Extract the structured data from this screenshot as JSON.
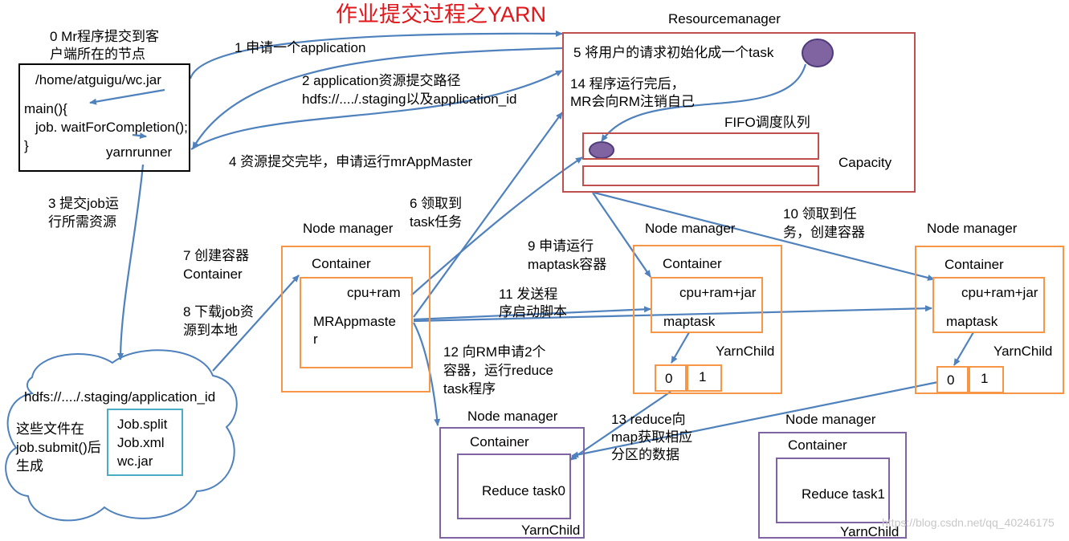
{
  "title": "作业提交过程之YARN",
  "client": {
    "caption_line1": "0 Mr程序提交到客",
    "caption_line2": "户端所在的节点",
    "jar_path": "/home/atguigu/wc.jar",
    "code_line1": "main(){",
    "code_line2": "job. waitForCompletion();",
    "code_line3": "}",
    "runner": "yarnrunner"
  },
  "steps": {
    "s1": "1 申请一个application",
    "s2_line1": "2 application资源提交路径",
    "s2_line2": "hdfs://..../.staging以及application_id",
    "s3_line1": "3 提交job运",
    "s3_line2": "行所需资源",
    "s4": "4 资源提交完毕，申请运行mrAppMaster",
    "s5": "5 将用户的请求初始化成一个task",
    "s6_line1": "6 领取到",
    "s6_line2": "task任务",
    "s7_line1": "7 创建容器",
    "s7_line2": "Container",
    "s8_line1": "8 下载job资",
    "s8_line2": "源到本地",
    "s9_line1": "9 申请运行",
    "s9_line2": "maptask容器",
    "s10_line1": "10 领取到任",
    "s10_line2": "务，创建容器",
    "s11_line1": "11 发送程",
    "s11_line2": "序启动脚本",
    "s12_line1": "12 向RM申请2个",
    "s12_line2": "容器，运行reduce",
    "s12_line3": "task程序",
    "s13_line1": "13 reduce向",
    "s13_line2": "map获取相应",
    "s13_line3": "分区的数据",
    "s14_line1": "14 程序运行完后，",
    "s14_line2": "MR会向RM注销自己"
  },
  "resource_manager": {
    "label": "Resourcemanager",
    "fifo": "FIFO调度队列",
    "capacity": "Capacity"
  },
  "hdfs": {
    "path": "hdfs://..../.staging/application_id",
    "note_line1": "这些文件在",
    "note_line2": "job.submit()后",
    "note_line3": "生成",
    "files": [
      "Job.split",
      "Job.xml",
      "wc.jar"
    ]
  },
  "nm_appmaster": {
    "label": "Node manager",
    "container": "Container",
    "resources": "cpu+ram",
    "app_line1": "MRAppmaste",
    "app_line2": "r"
  },
  "nm_map1": {
    "label": "Node manager",
    "container": "Container",
    "resources": "cpu+ram+jar",
    "task": "maptask",
    "child": "YarnChild",
    "partitions": [
      "0",
      "1"
    ]
  },
  "nm_map2": {
    "label": "Node manager",
    "container": "Container",
    "resources": "cpu+ram+jar",
    "task": "maptask",
    "child": "YarnChild",
    "partitions": [
      "0",
      "1"
    ]
  },
  "nm_reduce0": {
    "label": "Node manager",
    "container": "Container",
    "task": "Reduce task0",
    "child": "YarnChild"
  },
  "nm_reduce1": {
    "label": "Node manager",
    "container": "Container",
    "task": "Reduce task1",
    "child": "YarnChild"
  },
  "watermark": "https://blog.csdn.net/qq_40246175",
  "colors": {
    "title": "#e0161b",
    "rm_border": "#c0504d",
    "node_border": "#f79646",
    "reduce_border": "#8064a2",
    "files_border": "#4bacc6",
    "arrow": "#4f81bd",
    "task_dot": "#8064a2"
  }
}
